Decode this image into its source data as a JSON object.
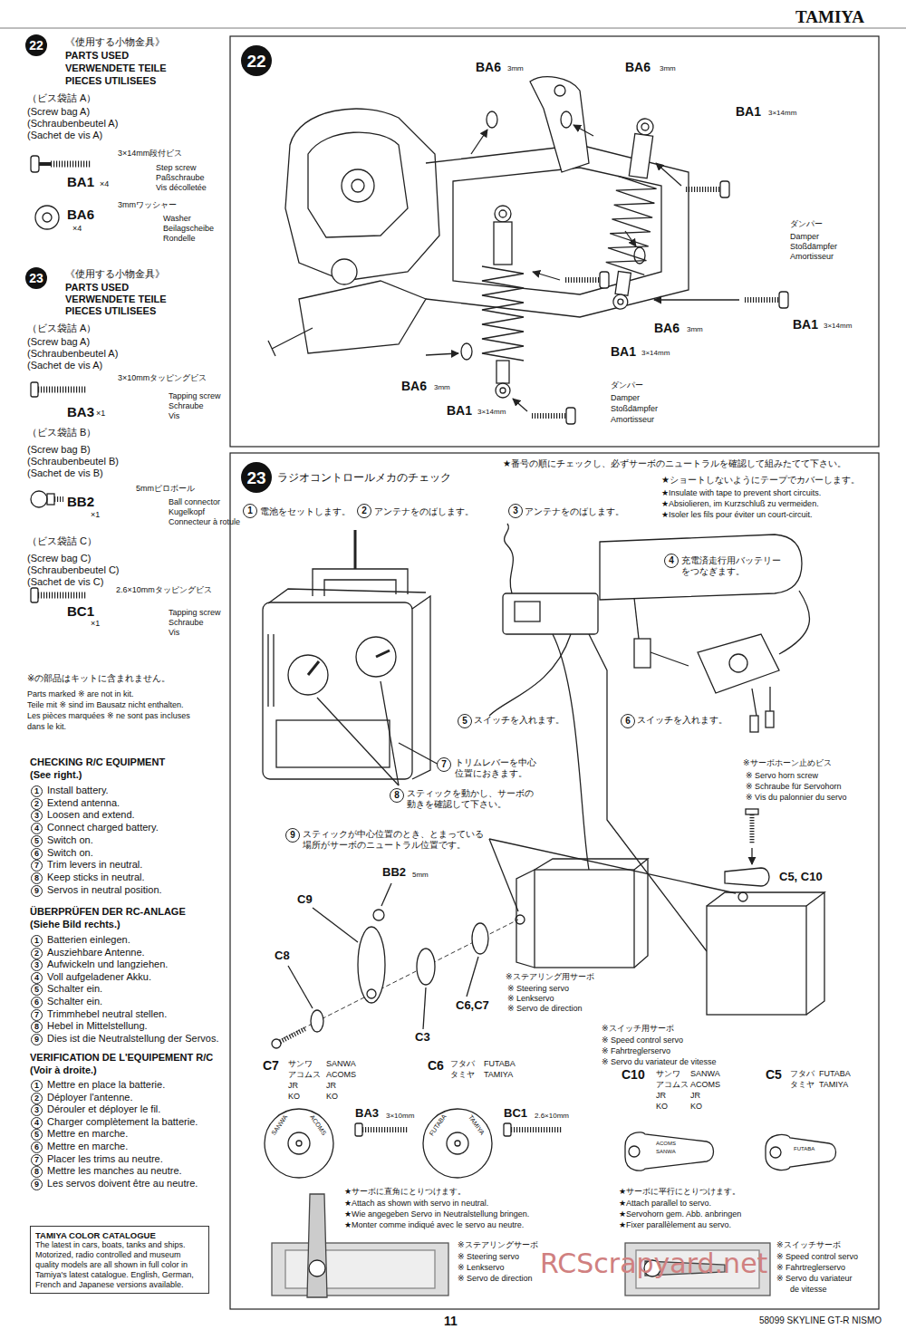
{
  "diagram": {
    "nodes": [
      {
        "text": [
          "22"
        ]
      },
      {
        "text": [
          "23"
        ]
      },
      {
        "text": [
          "1"
        ]
      },
      {
        "text": [
          "2"
        ]
      },
      {
        "text": [
          "3"
        ]
      },
      {
        "text": [
          "4"
        ]
      },
      {
        "text": [
          "5"
        ]
      },
      {
        "text": [
          "6"
        ]
      },
      {
        "text": [
          "7"
        ]
      },
      {
        "text": [
          "8"
        ]
      },
      {
        "text": [
          "9"
        ]
      },
      {
        "text": [
          "1"
        ]
      },
      {
        "text": [
          "2"
        ]
      },
      {
        "text": [
          "3"
        ]
      },
      {
        "text": [
          "4"
        ]
      },
      {
        "text": [
          "5"
        ]
      },
      {
        "text": [
          "6"
        ]
      },
      {
        "text": [
          "7"
        ]
      },
      {
        "text": [
          "8"
        ]
      },
      {
        "text": [
          "9"
        ]
      },
      {
        "text": [
          "1"
        ]
      },
      {
        "text": [
          "2"
        ]
      },
      {
        "text": [
          "3"
        ]
      },
      {
        "text": [
          "4"
        ]
      },
      {
        "text": [
          "5"
        ]
      },
      {
        "text": [
          "6"
        ]
      },
      {
        "text": [
          "7"
        ]
      },
      {
        "text": [
          "8"
        ]
      },
      {
        "text": [
          "9"
        ]
      },
      {
        "text": [
          "TAMIYA COLOR CATALOGUE",
          "The latest in cars, boats, tanks and ships. Motorized, radio controlled and museum quality models are all shown in full color in Tamiya's latest catalogue. English, German, French and Japanese versions available."
        ]
      },
      {
        "text": [
          "22"
        ]
      },
      {
        "text": [
          "23"
        ]
      },
      {
        "text": [
          "1"
        ]
      },
      {
        "text": [
          "2"
        ]
      },
      {
        "text": [
          "3"
        ]
      },
      {
        "text": [
          "4"
        ]
      },
      {
        "text": [
          "5"
        ]
      },
      {
        "text": [
          "6"
        ]
      },
      {
        "text": [
          "7"
        ]
      },
      {
        "text": [
          "8"
        ]
      },
      {
        "text": [
          "9"
        ]
      }
    ],
    "labels": [
      "TAMIYA",
      "《使用する小物金具》",
      "PARTS USED",
      "VERWENDETE TEILE",
      "PIECES UTILISEES",
      "（ビス袋詰 A）",
      "(Screw bag A)",
      "(Schraubenbeutel A)",
      "(Sachet de vis A)",
      "3×14mm段付ビス",
      "Step screw",
      "Paßschraube",
      "Vis décolletée",
      "BA1",
      "×4",
      "3mmワッシャー",
      "BA6",
      "×4",
      "Washer",
      "Beilagscheibe",
      "Rondelle",
      "《使用する小物金具》",
      "PARTS USED",
      "VERWENDETE TEILE",
      "PIECES UTILISEES",
      "（ビス袋詰 A）",
      "(Screw bag A)",
      "(Schraubenbeutel A)",
      "(Sachet de vis A)",
      "3×10mmタッピングビス",
      "Tapping screw",
      "Schraube",
      "Vis",
      "BA3",
      "×1",
      "（ビス袋詰 B）",
      "(Screw bag B)",
      "(Schraubenbeutel B)",
      "(Sachet de vis B)",
      "5mmピロボール",
      "Ball connector",
      "Kugelkopf",
      "Connecteur à rotule",
      "BB2",
      "×1",
      "（ビス袋詰 C）",
      "(Screw bag C)",
      "(Schraubenbeutel C)",
      "(Sachet de vis C)",
      "2.6×10mmタッピングビス",
      "Tapping screw",
      "Schraube",
      "Vis",
      "BC1",
      "×1",
      "※の部品はキットに含まれません。",
      "Parts marked ※ are not in kit.",
      "Teile mit ※ sind im Bausatz nicht enthalten.",
      "Les pièces marquées ※ ne sont pas incluses",
      "dans le kit.",
      "CHECKING R/C EQUIPMENT",
      "(See right.)",
      "Install battery.",
      "Extend antenna.",
      "Loosen and extend.",
      "Connect charged battery.",
      "Switch on.",
      "Switch on.",
      "Trim levers in neutral.",
      "Keep sticks in neutral.",
      "Servos in neutral position.",
      "ÜBERPRÜFEN DER RC-ANLAGE",
      "(Siehe Bild rechts.)",
      "Batterien einlegen.",
      "Ausziehbare Antenne.",
      "Aufwickeln und langziehen.",
      "Voll aufgeladener Akku.",
      "Schalter ein.",
      "Schalter ein.",
      "Trimmhebel neutral stellen.",
      "Hebel in Mittelstellung.",
      "Dies ist die Neutralstellung der Servos.",
      "VERIFICATION DE L'EQUIPEMENT R/C",
      "(Voir à droite.)",
      "Mettre en place la batterie.",
      "Déployer l'antenne.",
      "Dérouler et déployer le fil.",
      "Charger complètement la batterie.",
      "Mettre en marche.",
      "Mettre en marche.",
      "Placer les trims au neutre.",
      "Mettre les manches au neutre.",
      "Les servos doivent être au neutre.",
      "BA6",
      "3mm",
      "BA6",
      "3mm",
      "BA1",
      "3×14mm",
      "ダンパー",
      "Damper",
      "Stoßdämpfer",
      "Amortisseur",
      "BA1",
      "3×14mm",
      "BA6",
      "3mm",
      "BA1",
      "3×14mm",
      "BA6",
      "3mm",
      "ダンパー",
      "Damper",
      "Stoßdämpfer",
      "Amortisseur",
      "BA1",
      "3×14mm",
      "ラジオコントロールメカのチェック",
      "★番号の順にチェックし、必ずサーボのニュートラルを確認して組みたてて下さい。",
      "★ショートしないようにテープでカバーします。",
      "★Insulate with tape to prevent short circuits.",
      "★Absiolieren, im Kurzschluß zu vermeiden.",
      "★Isoler les fils pour éviter un court-circuit.",
      "電池をセットします。",
      "アンテナをのばします。",
      "アンテナをのばします。",
      "充電済走行用バッテリー をつなぎます。",
      "スイッチを入れます。",
      "スイッチを入れます。",
      "トリムレバーを中心 位置におきます。",
      "スティックを動かし、サーボの 動きを確認して下さい。",
      "スティックが中心位置のとき、とまっている 場所がサーボのニュートラル位置です。",
      "※サーボホーン止めビス",
      "※ Servo horn screw",
      "※ Schraube für Servohorn",
      "※ Vis du palonnier du servo",
      "C5, C10",
      "BB2",
      "5mm",
      "C9",
      "C8",
      "C6,C7",
      "C3",
      "※ステアリング用サーボ",
      "※ Steering servo",
      "※ Lenkservo",
      "※ Servo de direction",
      "※スイッチ用サーボ",
      "※ Speed control servo",
      "※ Fahrtreglerservo",
      "※ Servo du variateur de vitesse",
      "C7",
      "サンワ",
      "アコムス",
      "JR",
      "KO",
      "SANWA",
      "ACOMS",
      "JR",
      "KO",
      "C6",
      "フタバ",
      "タミヤ",
      "FUTABA",
      "TAMIYA",
      "C10",
      "サンワ",
      "アコムス",
      "JR",
      "KO",
      "SANWA",
      "ACOMS",
      "JR",
      "KO",
      "C5",
      "フタバ",
      "タミヤ",
      "FUTABA",
      "TAMIYA",
      "SANWA",
      "ACOMS",
      "FUTABA",
      "TAMIYA",
      "ACOMS",
      "SANWA",
      "FUTABA",
      "BA3",
      "3×10mm",
      "BC1",
      "2.6×10mm",
      "★サーボに直角にとりつけます。",
      "★Attach as shown with servo in neutral.",
      "★Wie angegeben Servo in Neutralstellung bringen.",
      "★Monter comme indiqué avec le servo au neutre.",
      "★サーボに平行にとりつけます。",
      "★Attach parallel to servo.",
      "★Servohorn gem. Abb. anbringen",
      "★Fixer parallèlement au servo.",
      "※ステアリングサーボ",
      "※ Steering servo",
      "※ Lenkservo",
      "※ Servo de direction",
      "※スイッチサーボ",
      "※ Speed control servo",
      "※ Fahrtreglerservo",
      "※ Servo du variateur",
      "de vitesse",
      "RCScrapyard.net",
      "11",
      "58099 SKYLINE GT-R NISMO"
    ]
  }
}
